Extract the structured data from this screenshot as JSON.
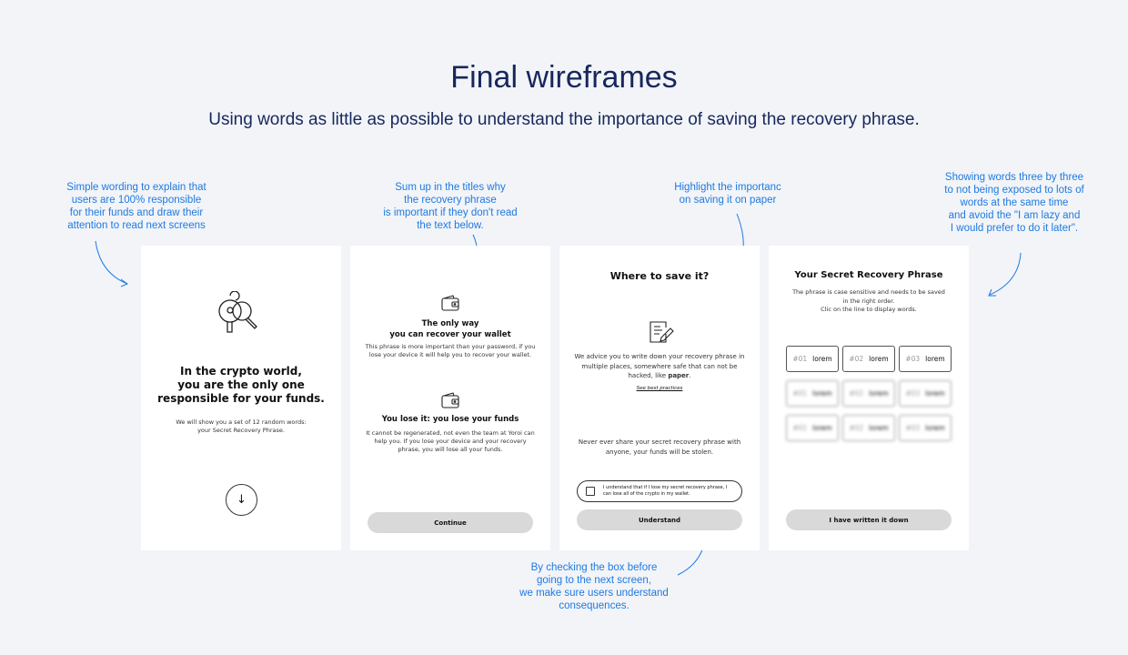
{
  "header": {
    "title": "Final wireframes",
    "subtitle": "Using words as little as possible to understand the importance of saving the recovery phrase."
  },
  "notes": {
    "n1": "Simple wording to explain that\nusers are 100% responsible\nfor their funds and draw their\nattention to read next screens",
    "n2": "Sum up in the titles why\nthe recovery phrase\nis important if they don't read\nthe text below.",
    "n3": "Highlight the importanc\non saving it on paper",
    "n4": "Showing words three by three\nto not being exposed to lots of\nwords at the same time\nand avoid the \"I am lazy and\nI would prefer to do it later\".",
    "n5": "By checking the box before\ngoing to the next screen,\nwe make sure users understand\nconsequences."
  },
  "screen1": {
    "heading": "In the crypto world,\nyou are the only one\nresponsible for your funds.",
    "body": "We will show you a set of 12 random words:\nyour Secret Recovery Phrase."
  },
  "screen2": {
    "h1": "The only way\nyou can recover your wallet",
    "p1": "This phrase is more important than your password, if you lose your device it will help you to recover your wallet.",
    "h2": "You lose it: you lose your funds",
    "p2": "It cannot be regenerated, not even the team at Yoroi can help you. If you lose your device and your recovery phrase, you will lose all your funds.",
    "button": "Continue"
  },
  "screen3": {
    "heading": "Where to save it?",
    "p1a": "We advice you to write down your recovery phrase in multiple places, somewhere safe that can not be hacked, like ",
    "p1b": "paper",
    "p1c": ".",
    "link": "See best practices",
    "p2": "Never ever share your secret recovery phrase with anyone, your funds will be stolen.",
    "checkbox": "I understand that if I lose my secret recovery phrase, I can lose all of the crypto in my wallet.",
    "button": "Understand"
  },
  "screen4": {
    "heading": "Your Secret Recovery Phrase",
    "body": "The phrase is case sensitive and needs to be saved\nin the right order.\nClic on the line to display words.",
    "words": [
      [
        {
          "n": "#01",
          "w": "lorem"
        },
        {
          "n": "#02",
          "w": "lorem"
        },
        {
          "n": "#03",
          "w": "lorem"
        }
      ],
      [
        {
          "n": "#01",
          "w": "lorem"
        },
        {
          "n": "#02",
          "w": "lorem"
        },
        {
          "n": "#03",
          "w": "lorem"
        }
      ],
      [
        {
          "n": "#01",
          "w": "lorem"
        },
        {
          "n": "#02",
          "w": "lorem"
        },
        {
          "n": "#03",
          "w": "lorem"
        }
      ]
    ],
    "button": "I have written it down"
  },
  "colors": {
    "accent": "#1f7ae0",
    "title": "#17275c"
  }
}
